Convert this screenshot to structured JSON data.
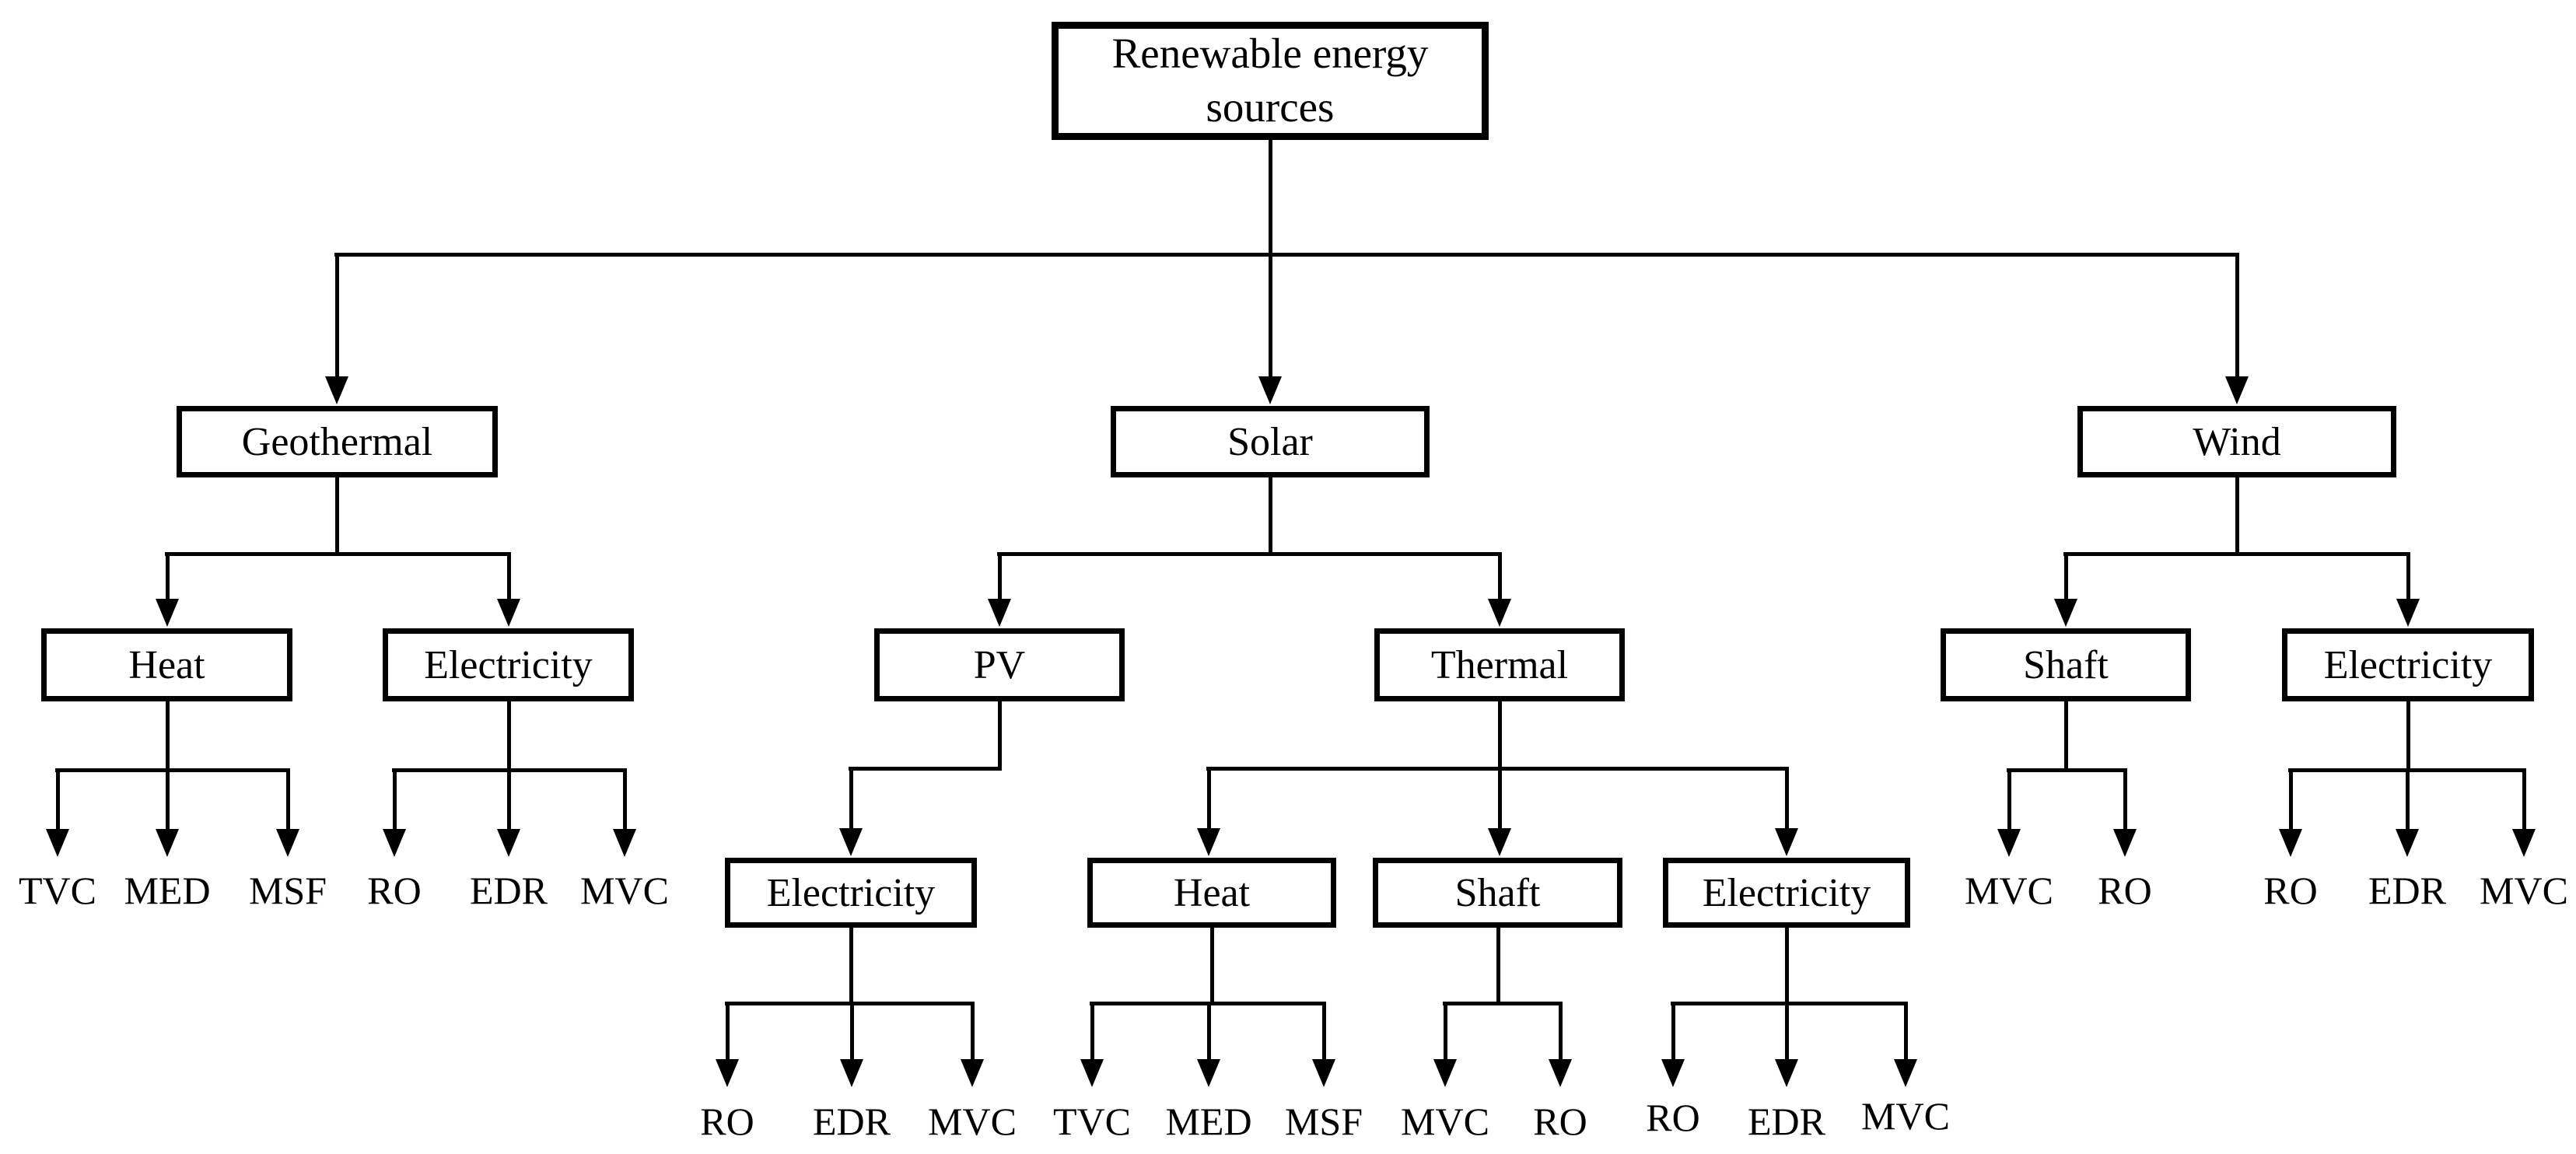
{
  "diagram": {
    "root": {
      "label": "Renewable energy sources"
    },
    "branches": [
      {
        "label": "Geothermal",
        "children": [
          {
            "label": "Heat",
            "leaves": [
              "TVC",
              "MED",
              "MSF"
            ]
          },
          {
            "label": "Electricity",
            "leaves": [
              "RO",
              "EDR",
              "MVC"
            ]
          }
        ]
      },
      {
        "label": "Solar",
        "children": [
          {
            "label": "PV",
            "children": [
              {
                "label": "Electricity",
                "leaves": [
                  "RO",
                  "EDR",
                  "MVC"
                ]
              }
            ]
          },
          {
            "label": "Thermal",
            "children": [
              {
                "label": "Heat",
                "leaves": [
                  "TVC",
                  "MED",
                  "MSF"
                ]
              },
              {
                "label": "Shaft",
                "leaves": [
                  "MVC",
                  "RO"
                ]
              },
              {
                "label": "Electricity",
                "leaves": [
                  "RO",
                  "EDR",
                  "MVC"
                ]
              }
            ]
          }
        ]
      },
      {
        "label": "Wind",
        "children": [
          {
            "label": "Shaft",
            "leaves": [
              "MVC",
              "RO"
            ]
          },
          {
            "label": "Electricity",
            "leaves": [
              "RO",
              "EDR",
              "MVC"
            ]
          }
        ]
      }
    ],
    "colors": {
      "line": "#000000",
      "box_border": "#000000",
      "box_fill": "#ffffff",
      "text": "#000000",
      "background": "#ffffff"
    }
  }
}
